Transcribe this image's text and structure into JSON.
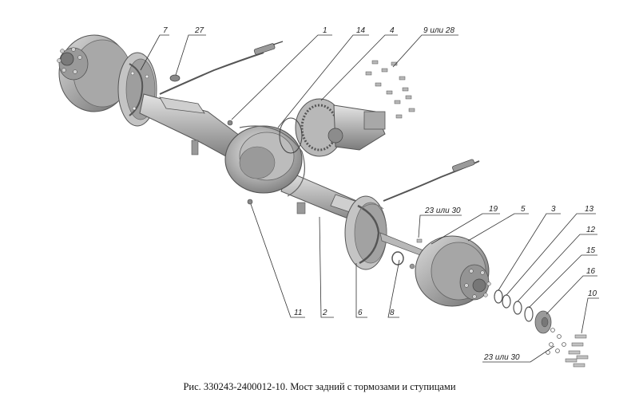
{
  "caption": "Рис. 330243-2400012-10. Мост задний с тормозами и ступицами",
  "callouts": {
    "c1": "1",
    "c2": "2",
    "c3": "3",
    "c4": "4",
    "c5": "5",
    "c6": "6",
    "c7": "7",
    "c8": "8",
    "c9": "9 или 28",
    "c10": "10",
    "c11": "11",
    "c12": "12",
    "c13": "13",
    "c14": "14",
    "c15": "15",
    "c16": "16",
    "c19": "19",
    "c23a": "23 или 30",
    "c23b": "23 или 30",
    "c27": "27"
  },
  "colors": {
    "metal_dark": "#8a8a8a",
    "metal_mid": "#b4b4b4",
    "metal_light": "#d8d8d8",
    "outline": "#5a5a5a",
    "leader": "#333333"
  }
}
